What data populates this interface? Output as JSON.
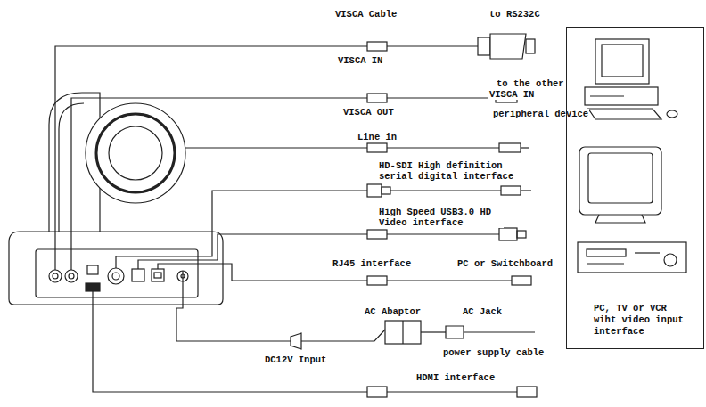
{
  "diagram": {
    "nodes": [
      {
        "text": [
          "PC, TV or VCR wiht video input interface"
        ]
      }
    ],
    "labels": [
      "VISCA Cable",
      "to RS232C",
      "VISCA IN",
      "VISCA OUT",
      "to the other",
      "VISCA IN",
      "peripheral device",
      "Line in",
      "HD-SDI High definition serial digital interface",
      "High Speed USB3.0 HD Video interface",
      "RJ45 interface",
      "PC or Switchboard",
      "AC Abaptor",
      "AC Jack",
      "DC12V Input",
      "power supply cable",
      "HDMI interface"
    ]
  }
}
